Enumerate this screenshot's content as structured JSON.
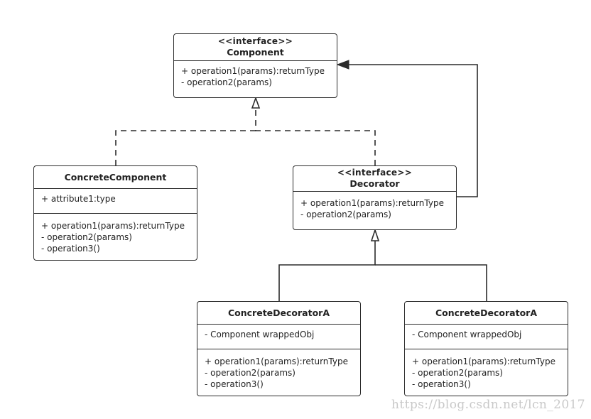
{
  "classes": {
    "component": {
      "stereotype": "<<interface>>",
      "name": "Component",
      "operations": [
        "+ operation1(params):returnType",
        "- operation2(params)"
      ]
    },
    "concrete_component": {
      "name": "ConcreteComponent",
      "attributes": [
        "+ attribute1:type"
      ],
      "operations": [
        "+ operation1(params):returnType",
        "- operation2(params)",
        "- operation3()"
      ]
    },
    "decorator": {
      "stereotype": "<<interface>>",
      "name": "Decorator",
      "operations": [
        "+ operation1(params):returnType",
        "- operation2(params)"
      ]
    },
    "concrete_decorator_a_left": {
      "name": "ConcreteDecoratorA",
      "attributes": [
        "- Component wrappedObj"
      ],
      "operations": [
        "+ operation1(params):returnType",
        "- operation2(params)",
        "- operation3()"
      ]
    },
    "concrete_decorator_a_right": {
      "name": "ConcreteDecoratorA",
      "attributes": [
        "- Component wrappedObj"
      ],
      "operations": [
        "+ operation1(params):returnType",
        "- operation2(params)",
        "- operation3()"
      ]
    }
  },
  "relations": [
    {
      "from": "ConcreteComponent",
      "to": "Component",
      "type": "realization"
    },
    {
      "from": "Decorator",
      "to": "Component",
      "type": "realization"
    },
    {
      "from": "Decorator",
      "to": "Component",
      "type": "association"
    },
    {
      "from": "ConcreteDecoratorA",
      "to": "Decorator",
      "type": "generalization"
    },
    {
      "from": "ConcreteDecoratorA",
      "to": "Decorator",
      "type": "generalization"
    }
  ],
  "watermark": "https://blog.csdn.net/lcn_2017",
  "colors": {
    "line": "#2b2b2b",
    "watermark": "#c9c9c9",
    "background": "#ffffff"
  }
}
